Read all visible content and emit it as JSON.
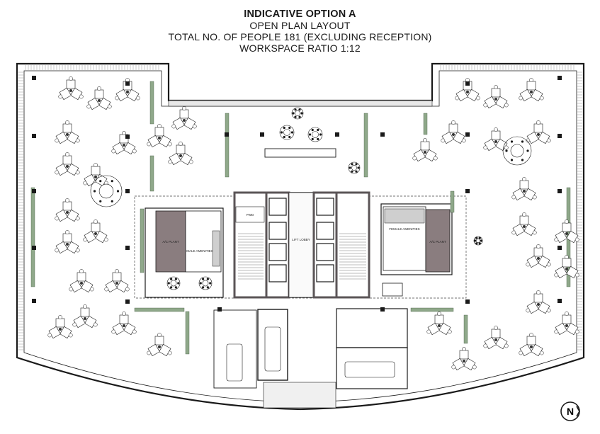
{
  "title": {
    "line1": "INDICATIVE OPTION A",
    "line2": "OPEN PLAN LAYOUT",
    "line3": "TOTAL NO. OF PEOPLE 181 (EXCLUDING RECEPTION)",
    "line4": "WORKSPACE RATIO 1:12"
  },
  "rooms": {
    "ac_plant_left": "A/C PLANT",
    "male_amenities": "MALE AMENITIES",
    "pwd": "PWD",
    "lift_lobby": "LIFT LOBBY",
    "female_amenities": "FEMALE AMENITIES",
    "ac_plant_right": "A/C PLANT"
  },
  "north_arrow": {
    "label": "N",
    "icon": "north-arrow-icon"
  },
  "colors": {
    "plant": "#8a7d7f",
    "core": "#5b5557",
    "planter": "#8fa88a",
    "line": "#1a1a1a"
  }
}
